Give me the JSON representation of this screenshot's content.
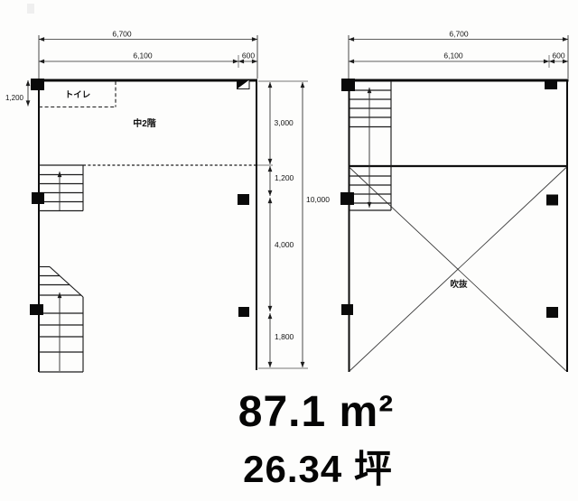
{
  "left_plan": {
    "rooms": {
      "toilet": "トイレ",
      "mezzanine": "中2階"
    },
    "dims": {
      "total_width": "6,700",
      "main_width": "6,100",
      "side_width": "600",
      "toilet_depth": "1,200",
      "seg_top": "3,000",
      "seg_mezzanine": "1,200",
      "seg_mid": "4,000",
      "seg_bottom": "1,800",
      "total_height": "10,000"
    }
  },
  "right_plan": {
    "rooms": {
      "void": "吹抜"
    },
    "dims": {
      "total_width": "6,700",
      "main_width": "6,100",
      "side_width": "600"
    }
  },
  "area_summary": {
    "square_meters": "87.1 m²",
    "tsubo": "26.34 坪"
  },
  "colors": {
    "line": "#1c1c1c",
    "wall": "#0d0d0d",
    "text": "#111111",
    "background": "#fdfdfc"
  }
}
